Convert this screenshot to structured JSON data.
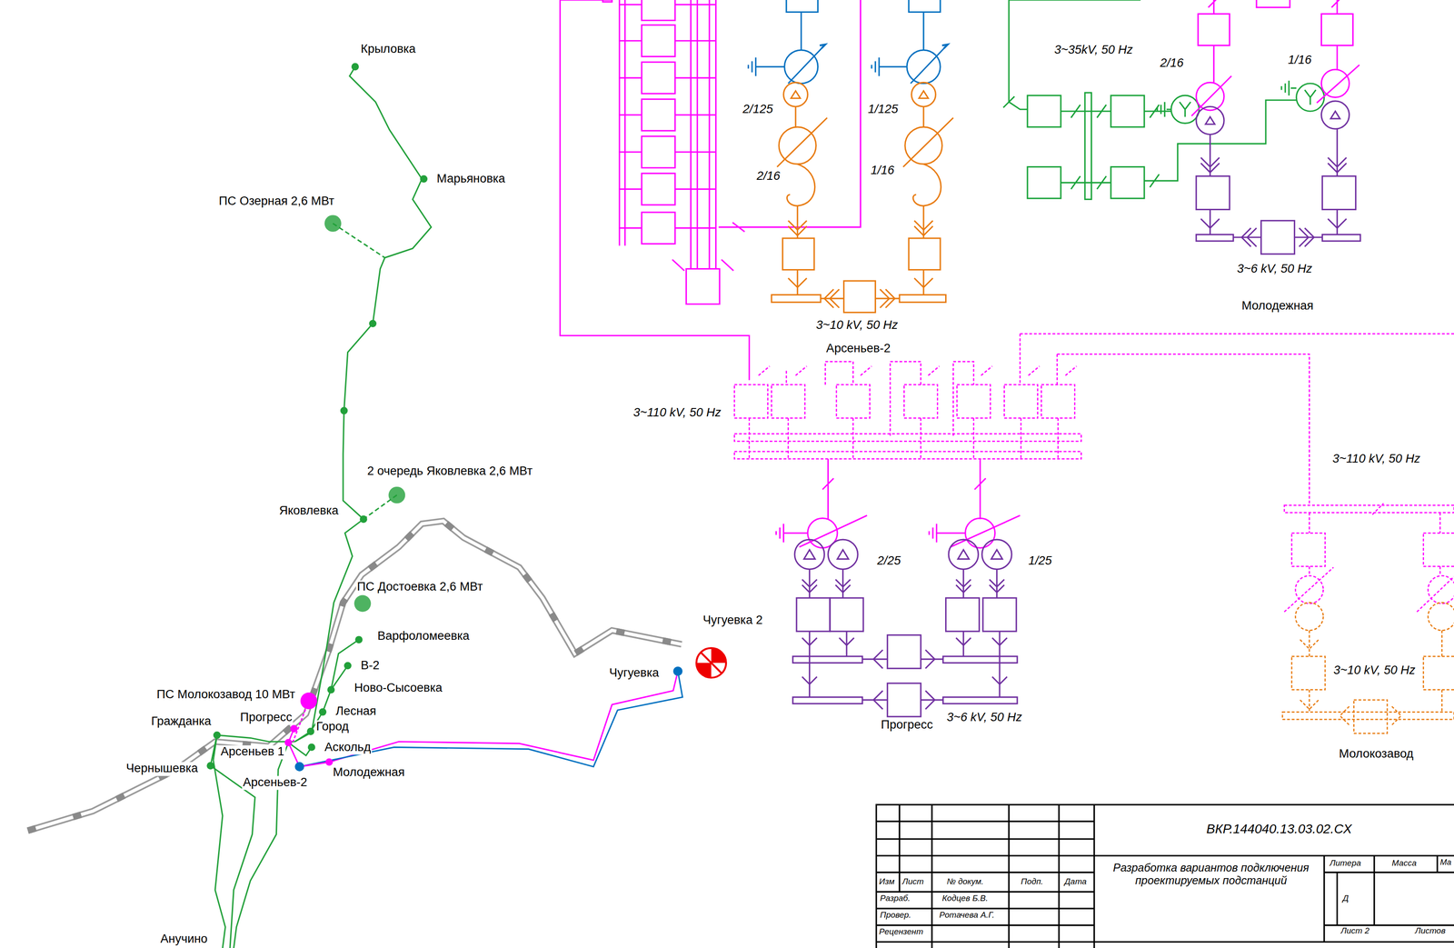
{
  "diagram": {
    "labels": [
      "Крыловка",
      "Марьяновка",
      "ПС Озерная 2,6 МВт",
      "2 очередь Яковлевка 2,6 МВт",
      "Яковлевка",
      "ПС Достоевка 2,6 МВт",
      "Варфоломеевка",
      "В-2",
      "Ново-Сысоевка",
      "ПС Молокозавод 10 МВт",
      "Лесная",
      "Прогресс",
      "Гражданка",
      "Город",
      "Аскольд",
      "Арсеньев 1",
      "Чернышевка",
      "Молодежная",
      "Арсеньев-2",
      "Анучино",
      "Чугуевка 2",
      "Чугуевка",
      "3~35kV, 50 Hz",
      "2/16",
      "1/16",
      "3~6 kV, 50 Hz",
      "Молодежная",
      "2/125",
      "1/125",
      "2/16",
      "1/16",
      "3~10 kV, 50 Hz",
      "Арсеньев-2",
      "3~110 kV, 50 Hz",
      "2/25",
      "1/25",
      "3~110 kV, 50 Hz",
      "3~10 kV, 50 Hz",
      "Прогресс",
      "3~6 kV, 50 Hz",
      "Молокозавод",
      "ВКР.144040.13.03.02.СХ",
      "Изм",
      "Лист",
      "№ докум.",
      "Подп.",
      "Дата",
      "Разраб.",
      "Кодцев Б.В.",
      "Провер.",
      "Ротачева А.Г.",
      "Рецензент",
      "Разработка вариантов подключения проектируемых подстанций",
      "Литера",
      "Масса",
      "Ма",
      "Д",
      "Лист 2",
      "Листов"
    ]
  }
}
